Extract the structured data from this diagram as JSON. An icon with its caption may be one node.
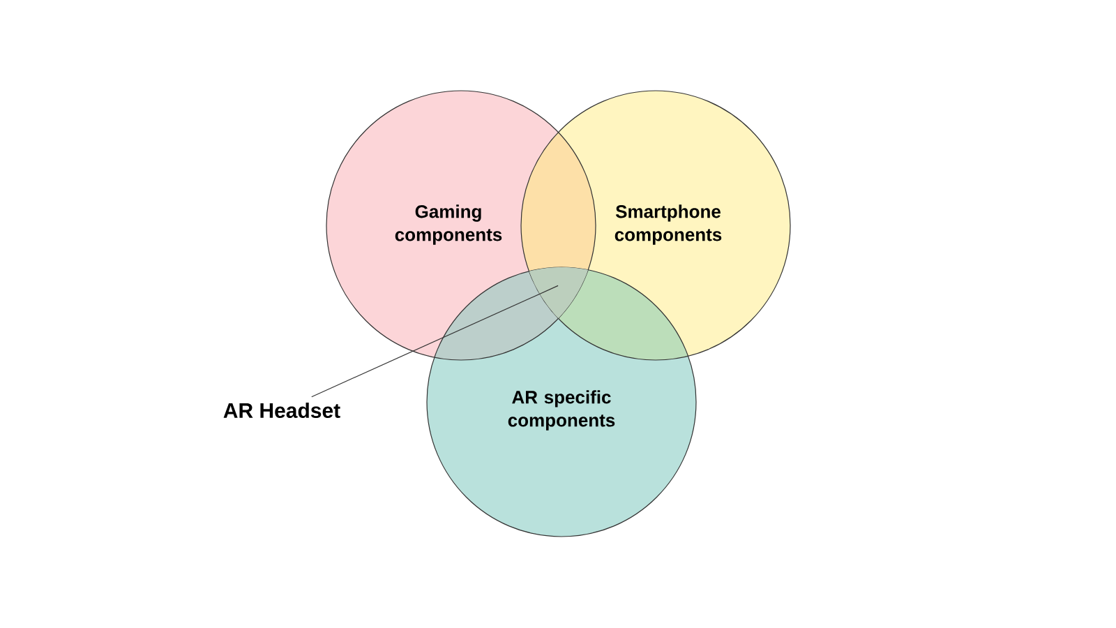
{
  "diagram": {
    "nodes": [
      {
        "text": [
          "Gaming components"
        ]
      },
      {
        "text": [
          "Smartphone components"
        ]
      },
      {
        "text": [
          "AR specific components"
        ]
      },
      {
        "text": [
          "AR Headset"
        ]
      },
      {
        "text": [],
        "shape": "region"
      }
    ],
    "edges": [
      {
        "from": 3,
        "to": 4,
        "arrow": "none"
      }
    ]
  }
}
